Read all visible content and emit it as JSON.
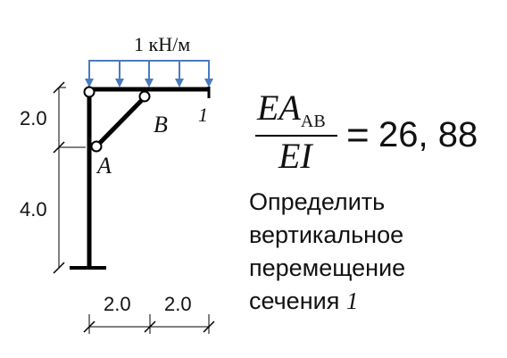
{
  "diagram": {
    "load_label": "1 кН/м",
    "dim_top_left": "2.0",
    "dim_bottom_left": "4.0",
    "dim_bottom_a": "2.0",
    "dim_bottom_b": "2.0",
    "point_a": "A",
    "point_b": "B",
    "section_label": "1",
    "load_color": "#4a7bbf",
    "frame_color": "#000000"
  },
  "formula": {
    "numerator_main": "EA",
    "numerator_sub": "AB",
    "denominator": "EI",
    "equals": "=",
    "value": "26, 88"
  },
  "task": {
    "line1": "Определить",
    "line2": "вертикальное",
    "line3": "перемещение",
    "line4_text": "сечения",
    "line4_section": "1"
  }
}
